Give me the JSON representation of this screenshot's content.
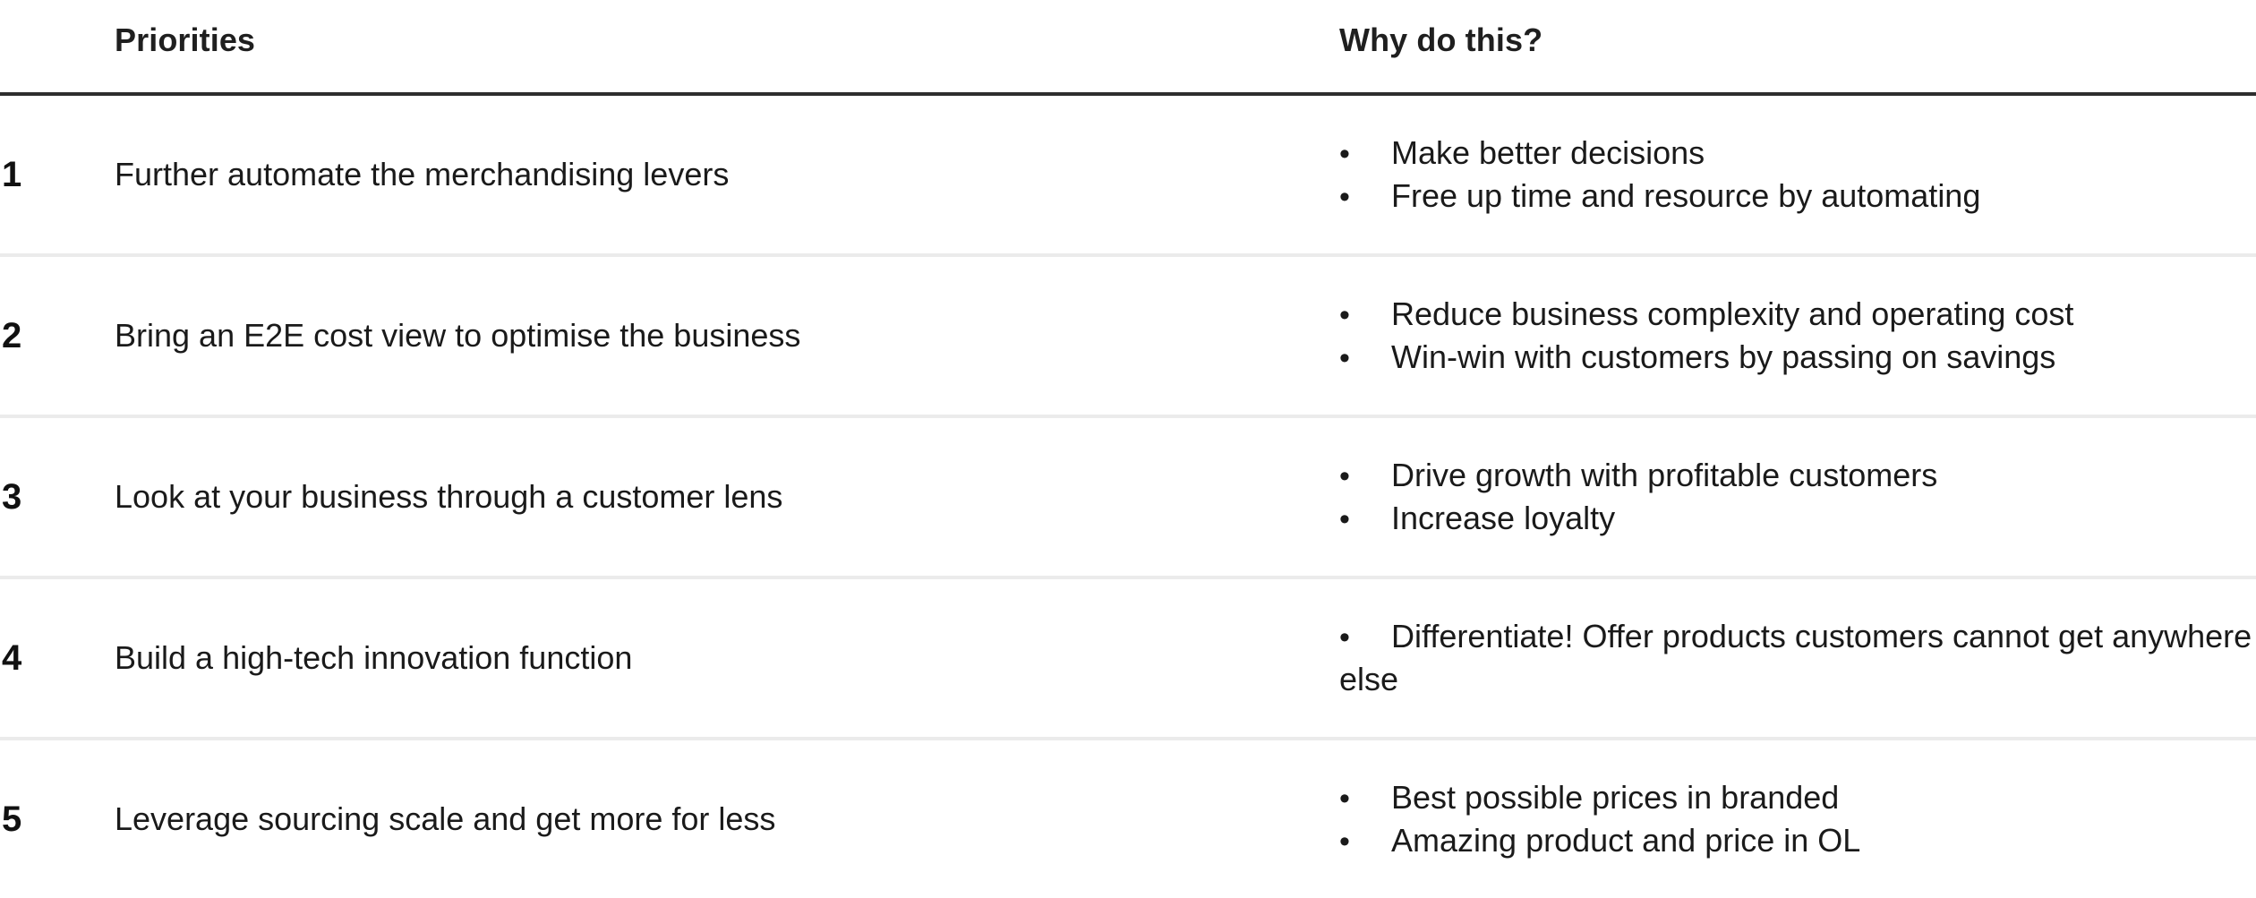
{
  "table": {
    "columns": {
      "number_header": "",
      "priorities_header": "Priorities",
      "why_header": "Why do this?"
    },
    "bullet_glyph": "•",
    "colors": {
      "header_rule": "#2e2e2e",
      "row_divider": "#ebebeb",
      "text": "#1a1a1a",
      "background": "#ffffff"
    },
    "rows": [
      {
        "number": "1",
        "priority": "Further automate the merchandising levers",
        "reasons": [
          "Make better decisions",
          "Free up time and resource by automating"
        ]
      },
      {
        "number": "2",
        "priority": "Bring an E2E cost view to optimise the business",
        "reasons": [
          "Reduce business complexity and operating cost",
          "Win-win with customers by passing on savings"
        ]
      },
      {
        "number": "3",
        "priority": "Look at your business through a customer lens",
        "reasons": [
          "Drive growth with profitable customers",
          "Increase loyalty"
        ]
      },
      {
        "number": "4",
        "priority": "Build a high-tech innovation function",
        "reasons": [
          "Differentiate! Offer products customers cannot get anywhere else"
        ]
      },
      {
        "number": "5",
        "priority": "Leverage sourcing scale and get more for less",
        "reasons": [
          "Best possible prices in branded",
          "Amazing product and price in OL"
        ]
      }
    ]
  }
}
